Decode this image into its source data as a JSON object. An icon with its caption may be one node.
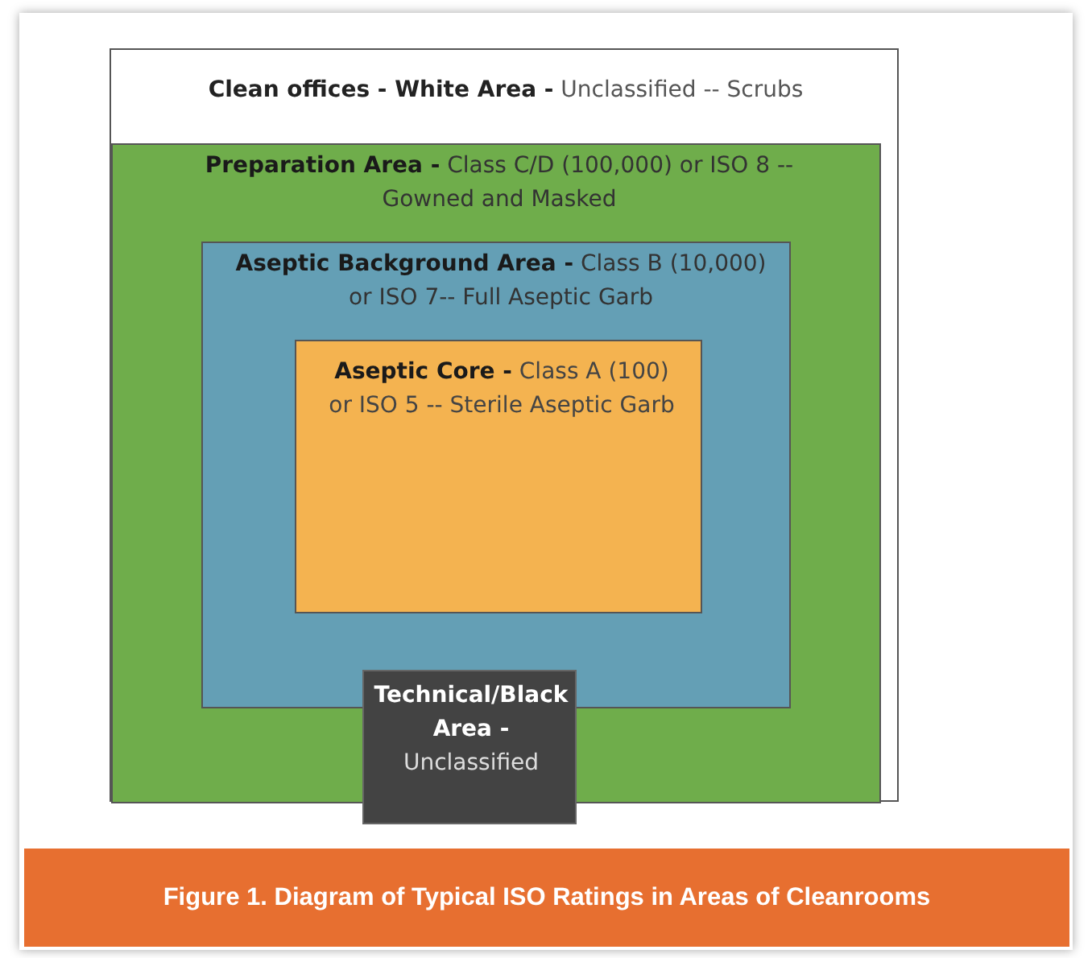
{
  "diagram": {
    "caption": "Figure 1. Diagram of Typical ISO Ratings in Areas of Cleanrooms",
    "nodes": [
      {
        "text": [
          "**Clean offices - White Area -** Unclassified -- Scrubs"
        ]
      },
      {
        "text": [
          "**Preparation Area -** Class C/D (100,000) or ISO 8 -- Gowned and Masked"
        ],
        "in": 0
      },
      {
        "text": [
          "**Aseptic Background Area -** Class B (10,000) or ISO 7-- Full Aseptic Garb"
        ],
        "in": 1
      },
      {
        "text": [
          "**Aseptic Core -** Class A (100) or ISO 5 -- Sterile Aseptic Garb"
        ],
        "in": 2
      },
      {
        "text": [
          "**Technical/Black Area -** Unclassified"
        ]
      }
    ],
    "edges": []
  }
}
